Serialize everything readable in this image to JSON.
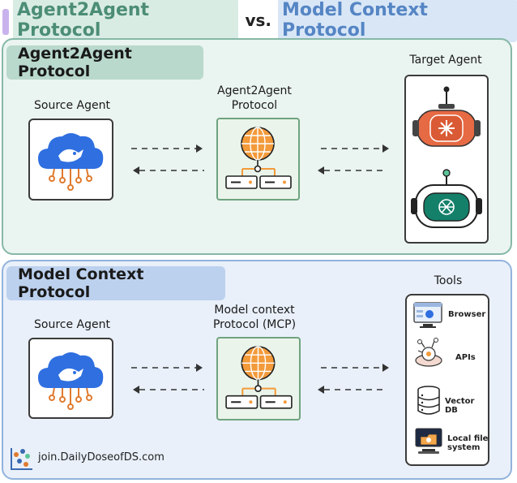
{
  "title": {
    "left": "Agent2Agent Protocol",
    "vs": "vs.",
    "right": "Model Context Protocol"
  },
  "a2a": {
    "section_label": "Agent2Agent Protocol",
    "source_label": "Source Agent",
    "protocol_label_line1": "Agent2Agent",
    "protocol_label_line2": "Protocol",
    "target_label": "Target Agent"
  },
  "mcp": {
    "section_label": "Model Context Protocol",
    "source_label": "Source Agent",
    "protocol_label_line1": "Model context",
    "protocol_label_line2": "Protocol (MCP)",
    "tools_label": "Tools",
    "tools": [
      {
        "label": "Browser",
        "icon": "browser-icon"
      },
      {
        "label": "APIs",
        "icon": "api-icon"
      },
      {
        "label": "Vector DB",
        "icon": "database-icon"
      },
      {
        "label_line1": "Local file",
        "label_line2": "system",
        "icon": "folder-icon"
      }
    ]
  },
  "footer": {
    "text": "join.DailyDoseofDS.com"
  },
  "colors": {
    "a2a_accent": "#4c8d76",
    "mcp_accent": "#5585c4",
    "globe_orange": "#f39a3a",
    "cloud_blue": "#2f6fe0"
  }
}
